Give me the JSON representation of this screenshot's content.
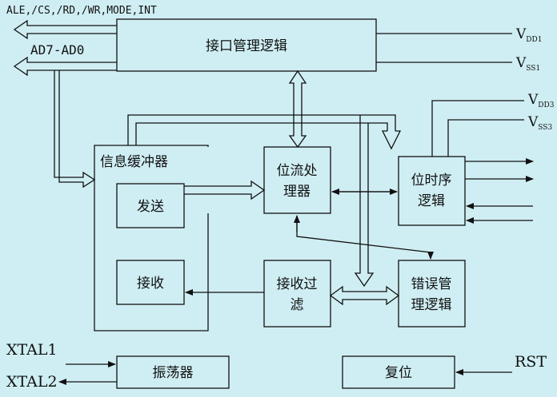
{
  "signals": {
    "bus_top": "ALE,/CS,/RD,/WR,MODE,INT",
    "bus_addr": "AD7-AD0",
    "xtal1": "XTAL1",
    "xtal2": "XTAL2",
    "rst": "RST",
    "vdd1": {
      "main": "V",
      "sub": "DD1"
    },
    "vss1": {
      "main": "V",
      "sub": "SS1"
    },
    "vdd3": {
      "main": "V",
      "sub": "DD3"
    },
    "vss3": {
      "main": "V",
      "sub": "SS3"
    }
  },
  "blocks": {
    "interface_logic": "接口管理逻辑",
    "info_buffer": "信息缓冲器",
    "send": "发送",
    "receive": "接收",
    "bitstream_processor": [
      "位流处",
      "理器"
    ],
    "bit_timing_logic": [
      "位时序",
      "逻辑"
    ],
    "receive_filter": [
      "接收过",
      "滤"
    ],
    "error_management": [
      "错误管",
      "理逻辑"
    ],
    "oscillator": "振荡器",
    "reset": "复位"
  }
}
